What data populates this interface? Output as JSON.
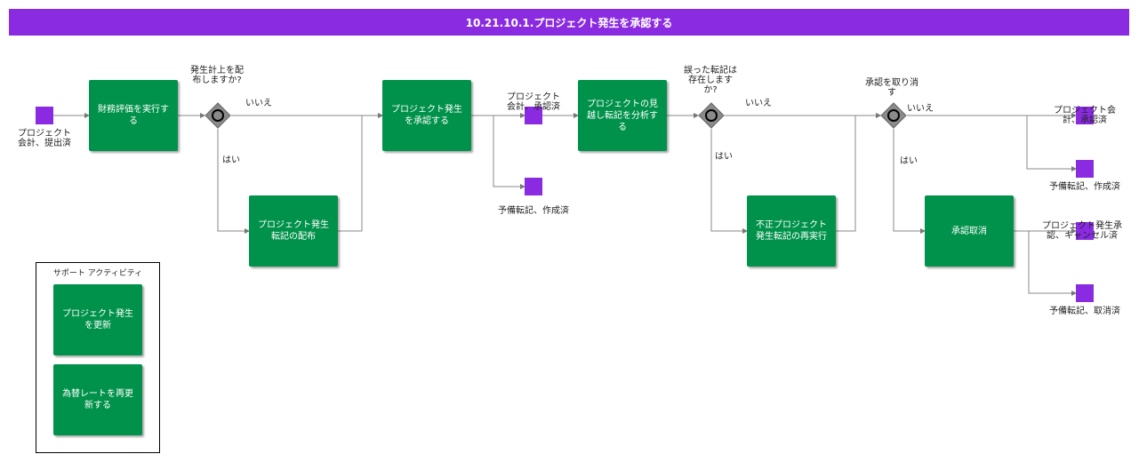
{
  "title": "10.21.10.1.プロジェクト発生を承認する",
  "colors": {
    "title_bar": "#8a2be2",
    "task": "#00924a",
    "event": "#8a2be2",
    "gateway": "#808080"
  },
  "tasks": {
    "t1": "財務評価を実行する",
    "t2": "プロジェクト発生転記の配布",
    "t3": "プロジェクト発生を承認する",
    "t4": "プロジェクトの見越し転記を分析する",
    "t5": "不正プロジェクト発生転記の再実行",
    "t6": "承認取消"
  },
  "gateways": {
    "g1": "発生計上を配布しますか?",
    "g2": "誤った転記は存在しますか?",
    "g3": "承認を取り消す"
  },
  "flow_labels": {
    "no": "いいえ",
    "yes": "はい"
  },
  "events": {
    "start": "プロジェクト会計、提出済",
    "e_mid1": "プロジェクト会計、承認済",
    "e_mid2": "予備転記、作成済",
    "e_r1": "プロジェクト会計、承認済",
    "e_r2": "予備転記、作成済",
    "e_r3": "プロジェクト発生承認、キャンセル済",
    "e_r4": "予備転記、取消済"
  },
  "support": {
    "title": "サポート アクティビティ",
    "s1": "プロジェクト発生を更新",
    "s2": "為替レートを再更新する"
  },
  "icons": {
    "gateway": "diamond-circle-icon"
  }
}
